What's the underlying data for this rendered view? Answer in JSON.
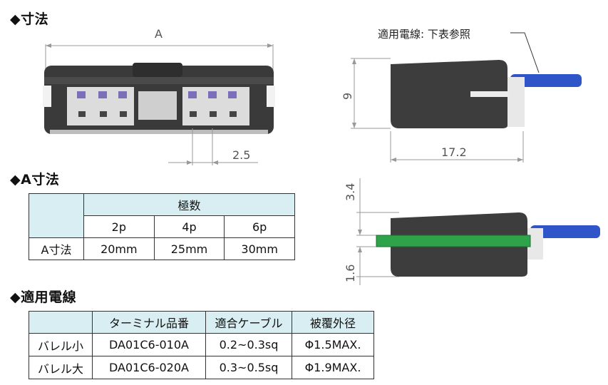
{
  "headings": {
    "dimensions": "◆寸法",
    "a_dimension": "◆A寸法",
    "wire": "◆適用電線"
  },
  "drawing": {
    "label_a": "A",
    "dim_pitch": "2.5",
    "dim_height": "9",
    "dim_length": "17.2",
    "dim_upper": "3.4",
    "dim_lower": "1.6",
    "wire_note": "適用電線: 下表参照",
    "colors": {
      "body": "#3d3d3d",
      "wire": "#2f55c8",
      "pcb": "#2ea34a",
      "table_header": "#d8eef2"
    }
  },
  "a_table": {
    "group_header": "極数",
    "columns": [
      "2p",
      "4p",
      "6p"
    ],
    "row_label": "A寸法",
    "values": [
      "20mm",
      "25mm",
      "30mm"
    ]
  },
  "wire_table": {
    "headers": [
      "",
      "ターミナル品番",
      "適合ケーブル",
      "被覆外径"
    ],
    "rows": [
      [
        "バレル小",
        "DA01C6-010A",
        "0.2~0.3sq",
        "Φ1.5MAX."
      ],
      [
        "バレル大",
        "DA01C6-020A",
        "0.3~0.5sq",
        "Φ1.9MAX."
      ]
    ]
  }
}
